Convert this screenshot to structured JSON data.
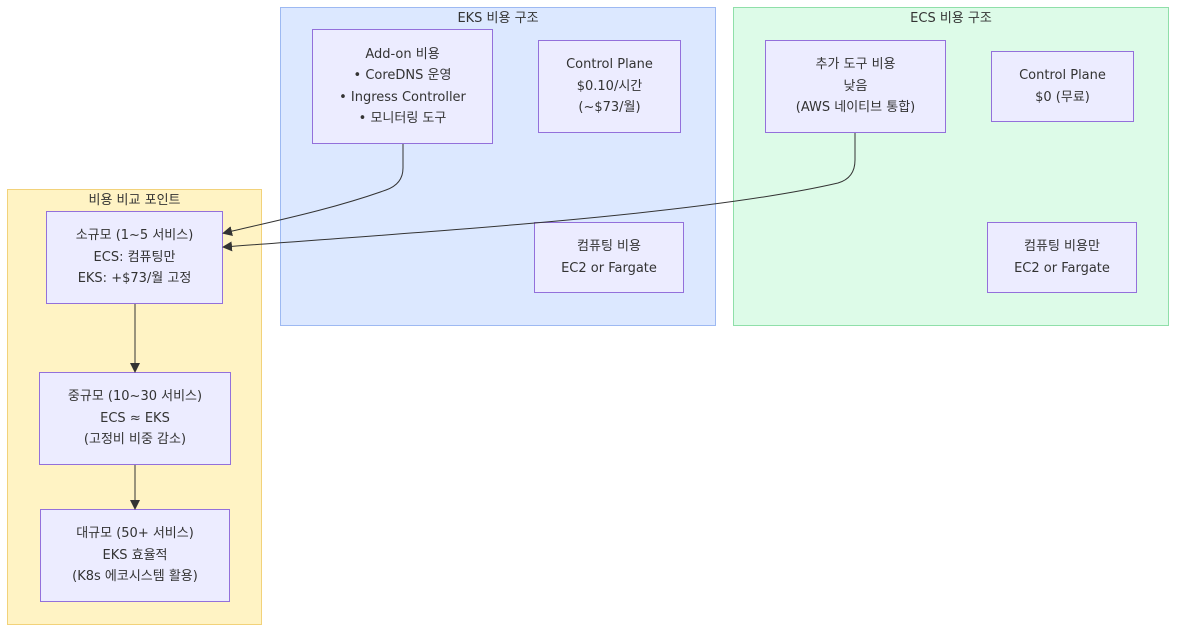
{
  "colors": {
    "eks_group_fill": "#DCE8FF",
    "eks_group_border": "#9DB9F2",
    "ecs_group_fill": "#DDFBE8",
    "ecs_group_border": "#8FDFA9",
    "cost_group_fill": "#FFF3C4",
    "cost_group_border": "#F2D27A",
    "node_fill": "#ECECFF",
    "node_border": "#9370DB",
    "edge": "#333333"
  },
  "eks_group": {
    "title": "EKS 비용 구조",
    "addon": [
      "Add-on 비용",
      "• CoreDNS 운영",
      "• Ingress Controller",
      "• 모니터링 도구"
    ],
    "control_plane": [
      "Control Plane",
      "$0.10/시간",
      "(~$73/월)"
    ],
    "compute": [
      "컴퓨팅 비용",
      "EC2 or Fargate"
    ]
  },
  "ecs_group": {
    "title": "ECS 비용 구조",
    "tools": [
      "추가 도구 비용",
      "낮음",
      "(AWS 네이티브 통합)"
    ],
    "control_plane": [
      "Control Plane",
      "$0 (무료)"
    ],
    "compute": [
      "컴퓨팅 비용만",
      "EC2 or Fargate"
    ]
  },
  "cost_group": {
    "title": "비용 비교 포인트",
    "small": [
      "소규모 (1~5 서비스)",
      "ECS: 컴퓨팅만",
      "EKS: +$73/월 고정"
    ],
    "medium": [
      "중규모 (10~30 서비스)",
      "ECS ≈ EKS",
      "(고정비 비중 감소)"
    ],
    "large": [
      "대규모 (50+ 서비스)",
      "EKS 효율적",
      "(K8s 에코시스템 활용)"
    ]
  }
}
